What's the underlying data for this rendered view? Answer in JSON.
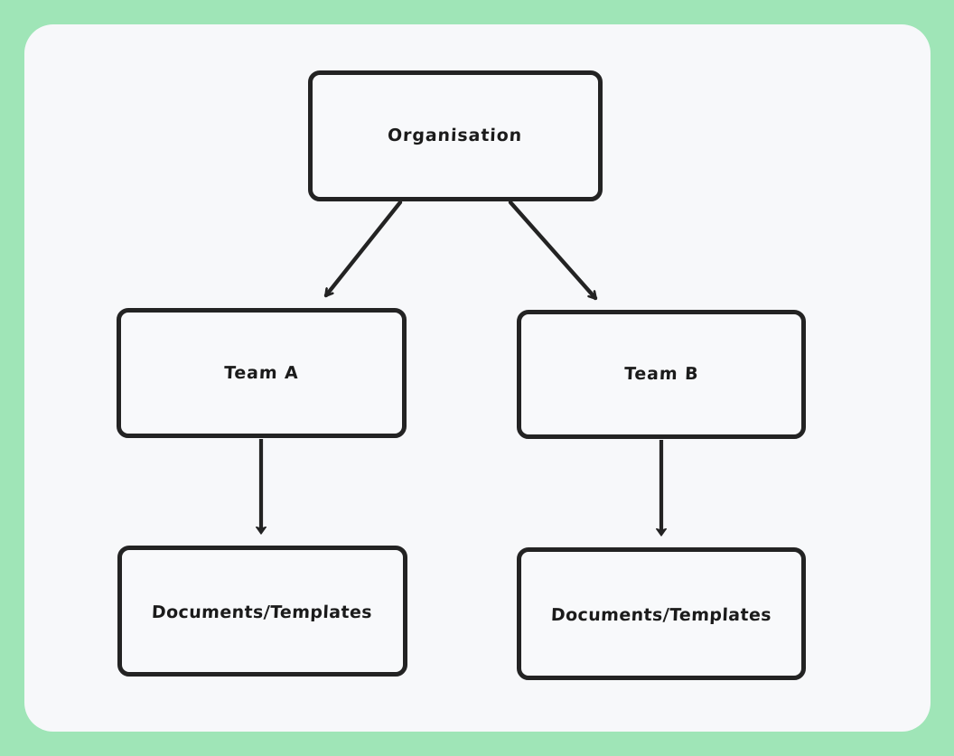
{
  "canvas": {
    "frame_color": "#9FE5B7",
    "panel_color": "#F7F8FA",
    "stroke_color": "#232323",
    "text_color": "#1B1B1B"
  },
  "diagram": {
    "type": "org-hierarchy-flowchart",
    "nodes": [
      {
        "id": "organisation",
        "label": "Organisation"
      },
      {
        "id": "team_a",
        "label": "Team A"
      },
      {
        "id": "team_b",
        "label": "Team B"
      },
      {
        "id": "docs_a",
        "label": "Documents/Templates"
      },
      {
        "id": "docs_b",
        "label": "Documents/Templates"
      }
    ],
    "edges": [
      {
        "id": "edge_org_team_a",
        "from": "organisation",
        "to": "team_a",
        "style": "arrow-diagonal"
      },
      {
        "id": "edge_org_team_b",
        "from": "organisation",
        "to": "team_b",
        "style": "arrow-diagonal"
      },
      {
        "id": "edge_team_a_docs",
        "from": "team_a",
        "to": "docs_a",
        "style": "arrow-vertical"
      },
      {
        "id": "edge_team_b_docs",
        "from": "team_b",
        "to": "docs_b",
        "style": "arrow-vertical"
      }
    ]
  }
}
